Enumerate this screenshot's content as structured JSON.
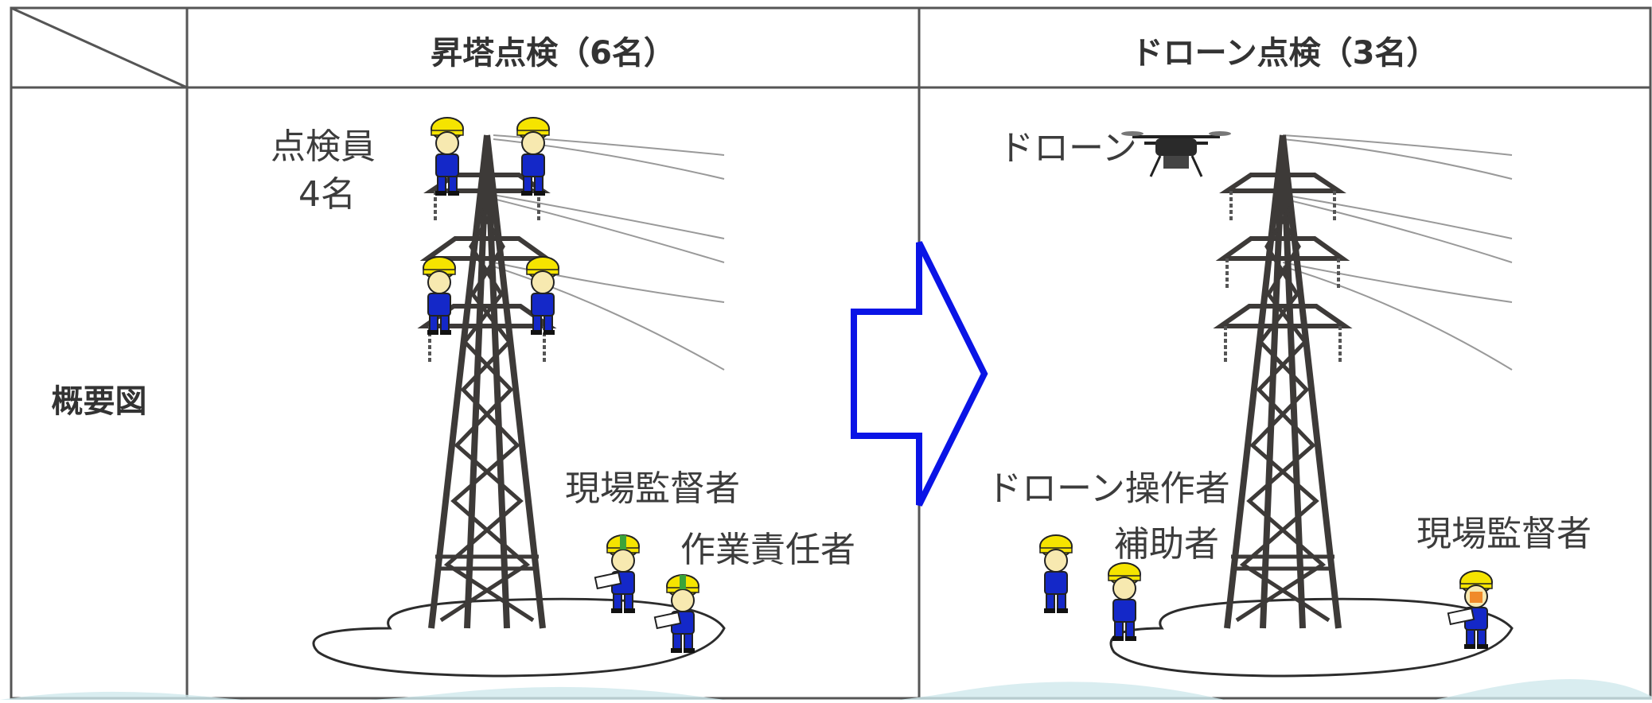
{
  "table": {
    "col1_header": "昇塔点検（6名）",
    "col2_header": "ドローン点検（3名）",
    "row_header": "概要図"
  },
  "left_panel": {
    "inspectors_label_line1": "点検員",
    "inspectors_label_line2": "4名",
    "supervisor_label": "現場監督者",
    "manager_label": "作業責任者"
  },
  "right_panel": {
    "drone_label": "ドローン",
    "operator_label": "ドローン操作者",
    "assistant_label": "補助者",
    "supervisor_label": "現場監督者"
  },
  "colors": {
    "arrow": "#0a14e6",
    "tower": "#3d3a38",
    "helmet": "#f5e400",
    "uniform": "#1428c8",
    "grid": "#555555"
  }
}
